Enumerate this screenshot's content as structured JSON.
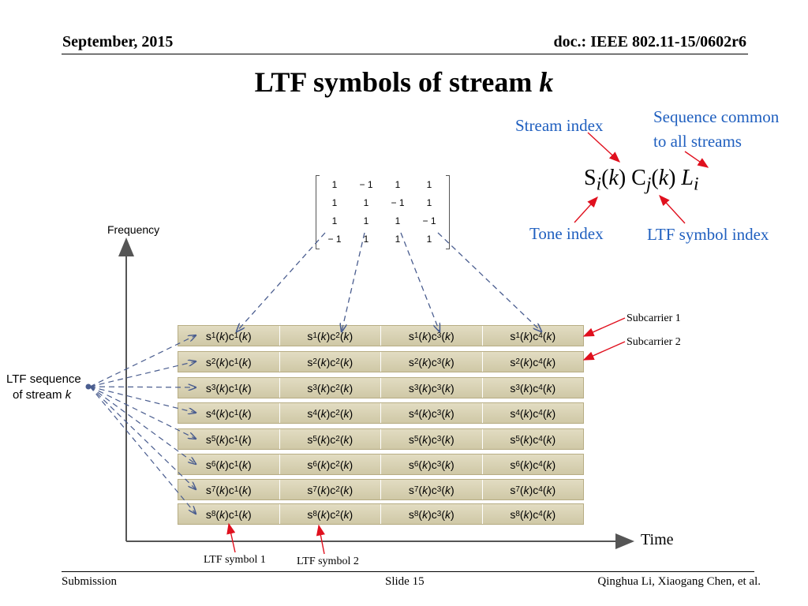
{
  "header": {
    "date": "September, 2015",
    "doc": "doc.: IEEE 802.11-15/0602r6"
  },
  "title": {
    "main": "LTF symbols of stream ",
    "italic": "k"
  },
  "formula": {
    "s": "S",
    "s_sub": "i",
    "c": "C",
    "c_sub": "j",
    "k": "k",
    "l": "L",
    "l_sub": "i"
  },
  "annotations": {
    "stream_index": "Stream index",
    "sequence_common": "Sequence common",
    "sequence_common_2": "to all streams",
    "tone_index": "Tone index",
    "ltf_symbol_index": "LTF symbol index",
    "subcarrier1": "Subcarrier 1",
    "subcarrier2": "Subcarrier 2",
    "ltf_symbol1": "LTF symbol 1",
    "ltf_symbol2": "LTF symbol 2"
  },
  "axes": {
    "y_label": "Frequency",
    "x_label": "Time",
    "seq_label_1": "LTF sequence",
    "seq_label_2": "of stream",
    "seq_label_k": "k"
  },
  "matrix": [
    [
      "1",
      "− 1",
      "1",
      "1"
    ],
    [
      "1",
      "1",
      "− 1",
      "1"
    ],
    [
      "1",
      "1",
      "1",
      "− 1"
    ],
    [
      "− 1",
      "1",
      "1",
      "1"
    ]
  ],
  "grid": {
    "rows": [
      "1",
      "2",
      "3",
      "4",
      "5",
      "6",
      "7",
      "8"
    ],
    "cols": [
      "1",
      "2",
      "3",
      "4"
    ],
    "s_letter": "s",
    "c_letter": "c",
    "k": "k"
  },
  "footer": {
    "left": "Submission",
    "center": "Slide 15",
    "right": "Qinghua Li, Xiaogang Chen, et al."
  },
  "colors": {
    "accent_blue": "#1f5fbf",
    "arrow_red": "#e0101e",
    "dash_blue": "#4a5d8f"
  }
}
